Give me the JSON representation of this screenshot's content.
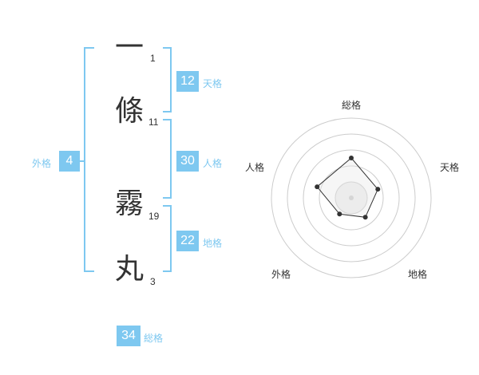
{
  "name": {
    "characters": [
      {
        "char": "一",
        "strokes": "1"
      },
      {
        "char": "條",
        "strokes": "11"
      },
      {
        "char": "霧",
        "strokes": "19"
      },
      {
        "char": "丸",
        "strokes": "3"
      }
    ]
  },
  "fortune": {
    "tenkaku": {
      "value": "12",
      "label": "天格"
    },
    "jinkaku": {
      "value": "30",
      "label": "人格"
    },
    "chikaku": {
      "value": "22",
      "label": "地格"
    },
    "gaikaku": {
      "value": "4",
      "label": "外格"
    },
    "soukaku": {
      "value": "34",
      "label": "総格"
    }
  },
  "radar": {
    "axes": [
      "総格",
      "天格",
      "地格",
      "外格",
      "人格"
    ],
    "values": [
      0.5,
      0.35,
      0.3,
      0.25,
      0.45
    ],
    "colors": {
      "ring": "#cccccc",
      "line": "#333333",
      "fill": "#f0f0f0",
      "point": "#333333",
      "center": "#cccccc"
    }
  },
  "colors": {
    "accent": "#7ec8f0",
    "text": "#333333"
  }
}
